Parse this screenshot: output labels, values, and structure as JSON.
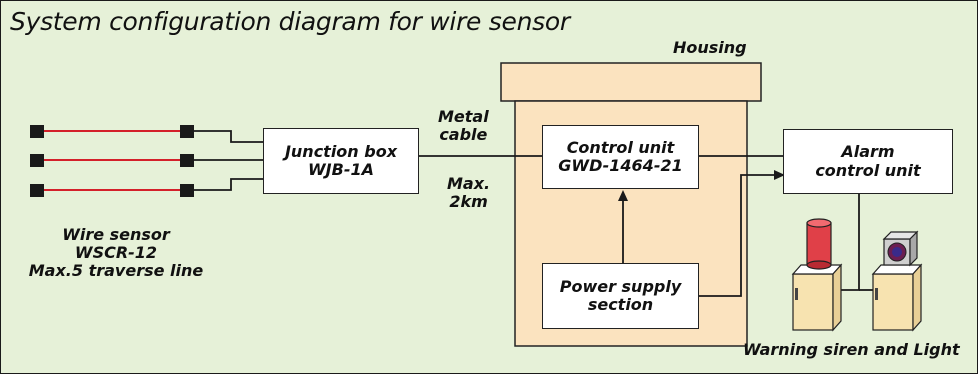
{
  "title": "System configuration diagram for wire sensor",
  "labels": {
    "housing": "Housing",
    "metal_cable": [
      "Metal",
      "cable"
    ],
    "max_distance": [
      "Max.",
      "2km"
    ],
    "wire_sensor": [
      "Wire sensor",
      "WSCR-12",
      "Max.5 traverse line"
    ],
    "warning": "Warning siren and Light"
  },
  "boxes": {
    "junction_box": [
      "Junction box",
      "WJB-1A"
    ],
    "control_unit": [
      "Control unit",
      "GWD-1464-21"
    ],
    "power_supply": [
      "Power supply",
      "section"
    ],
    "alarm_control": [
      "Alarm",
      "control unit"
    ]
  },
  "colors": {
    "background": "#e6f1d8",
    "housing": "#fbe3bf",
    "sensor_wire": "#d4202a",
    "terminal": "#1a1a1a",
    "siren": "#e04048",
    "cabinet": "#f7e3b0"
  },
  "icons": [
    "siren-icon",
    "warning-light-icon",
    "cabinet-icon"
  ]
}
